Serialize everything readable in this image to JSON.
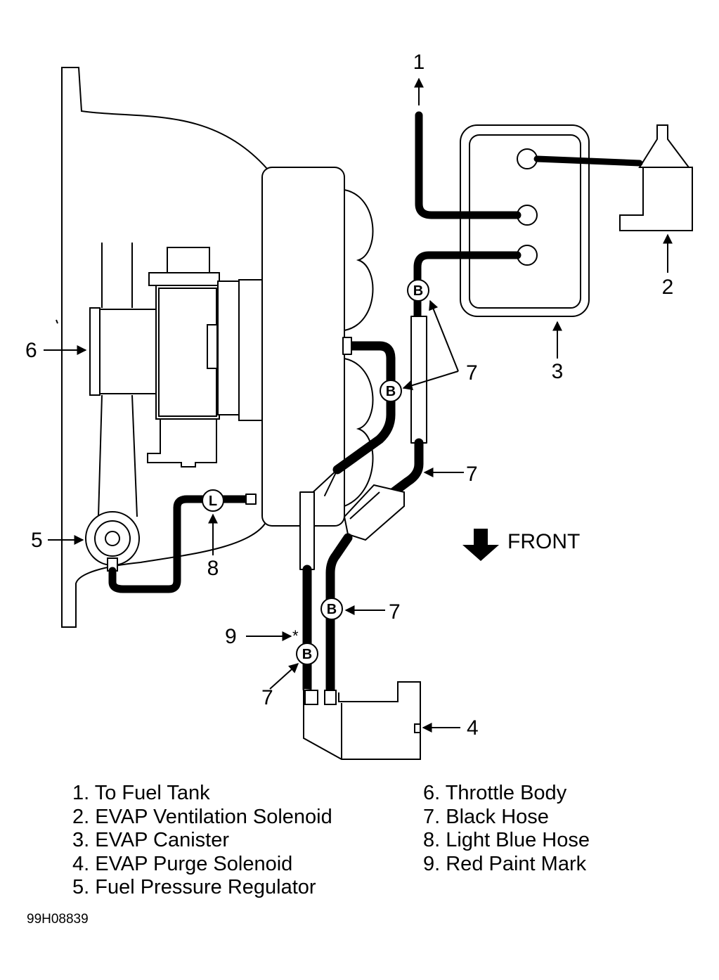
{
  "callouts": {
    "c1": "1",
    "c2": "2",
    "c3": "3",
    "c4": "4",
    "c5": "5",
    "c6": "6",
    "c7a": "7",
    "c7b": "7",
    "c7c": "7",
    "c7d": "7",
    "c8": "8",
    "c9": "9",
    "asterisk": "*"
  },
  "hose_marks": {
    "black": "B",
    "light_blue": "L"
  },
  "front_label": "FRONT",
  "legend": {
    "left": [
      "1. To Fuel Tank",
      "2. EVAP Ventilation Solenoid",
      "3. EVAP Canister",
      "4. EVAP Purge Solenoid",
      "5. Fuel Pressure Regulator"
    ],
    "right": [
      "6. Throttle Body",
      "7. Black Hose",
      "8. Light Blue Hose",
      "9. Red Paint Mark"
    ]
  },
  "figure_code": "99H08839"
}
